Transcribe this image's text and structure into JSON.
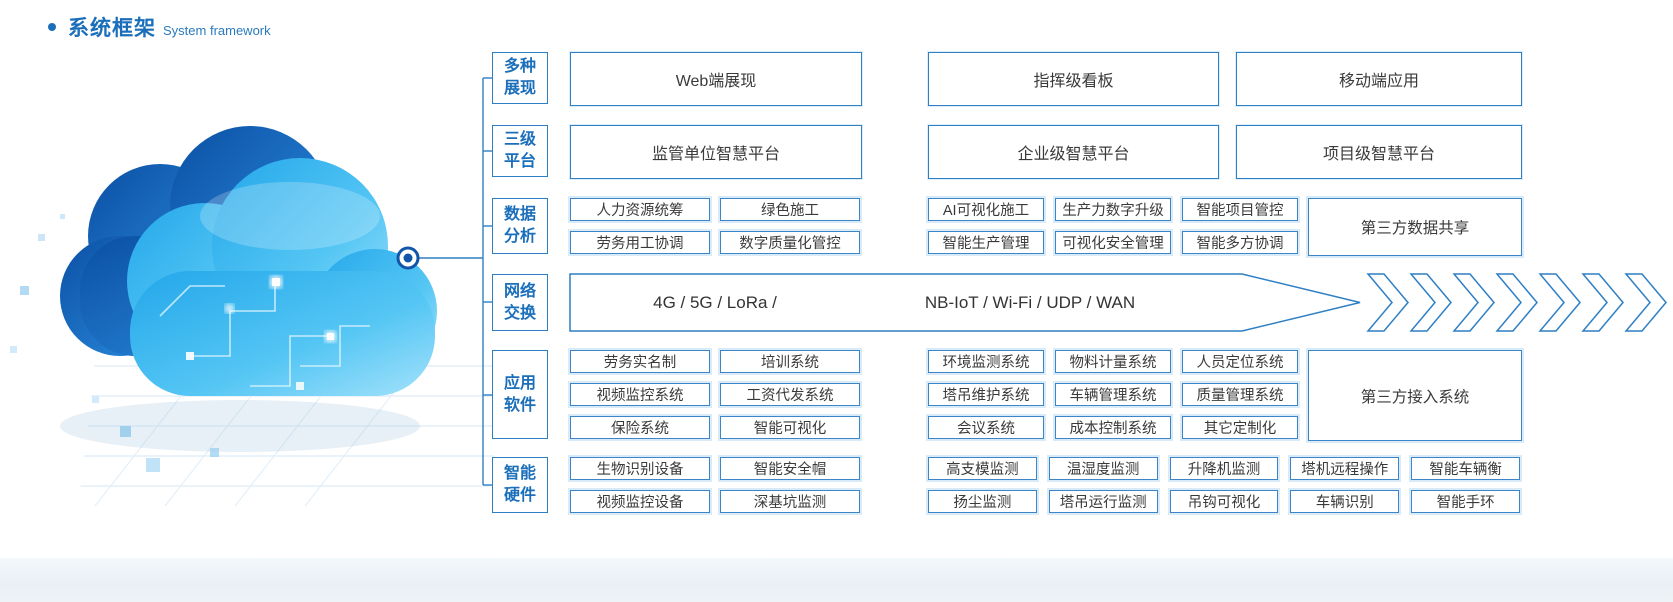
{
  "title": {
    "zh": "系统框架",
    "en": "System framework"
  },
  "colors": {
    "accent": "#1b6fba",
    "line": "#2e7fc4",
    "text": "#3a3a3a"
  },
  "network": {
    "label": "网络交换",
    "segment1": "4G / 5G / LoRa /",
    "segment2": "NB-IoT / Wi-Fi / UDP / WAN"
  },
  "rows": {
    "display": {
      "label": "多种展现",
      "boxes": [
        "Web端展现",
        "指挥级看板",
        "移动端应用"
      ]
    },
    "platform": {
      "label": "三级平台",
      "boxes": [
        "监管单位智慧平台",
        "企业级智慧平台",
        "项目级智慧平台"
      ]
    },
    "data_analysis": {
      "label": "数据分析",
      "left": [
        "人力资源统筹",
        "绿色施工",
        "劳务用工协调",
        "数字质量化管控"
      ],
      "mid": [
        "AI可视化施工",
        "生产力数字升级",
        "智能项目管控",
        "智能生产管理",
        "可视化安全管理",
        "智能多方协调"
      ],
      "tall": "第三方数据共享"
    },
    "apps": {
      "label": "应用软件",
      "left": [
        "劳务实名制",
        "培训系统",
        "视频监控系统",
        "工资代发系统",
        "保险系统",
        "智能可视化"
      ],
      "mid": [
        "环境监测系统",
        "物料计量系统",
        "人员定位系统",
        "塔吊维护系统",
        "车辆管理系统",
        "质量管理系统",
        "会议系统",
        "成本控制系统",
        "其它定制化"
      ],
      "tall": "第三方接入系统"
    },
    "hardware": {
      "label": "智能硬件",
      "left": [
        "生物识别设备",
        "智能安全帽",
        "视频监控设备",
        "深基坑监测"
      ],
      "right": [
        "高支模监测",
        "温湿度监测",
        "升降机监测",
        "塔机远程操作",
        "智能车辆衡",
        "扬尘监测",
        "塔吊运行监测",
        "吊钩可视化",
        "车辆识别",
        "智能手环"
      ]
    }
  }
}
